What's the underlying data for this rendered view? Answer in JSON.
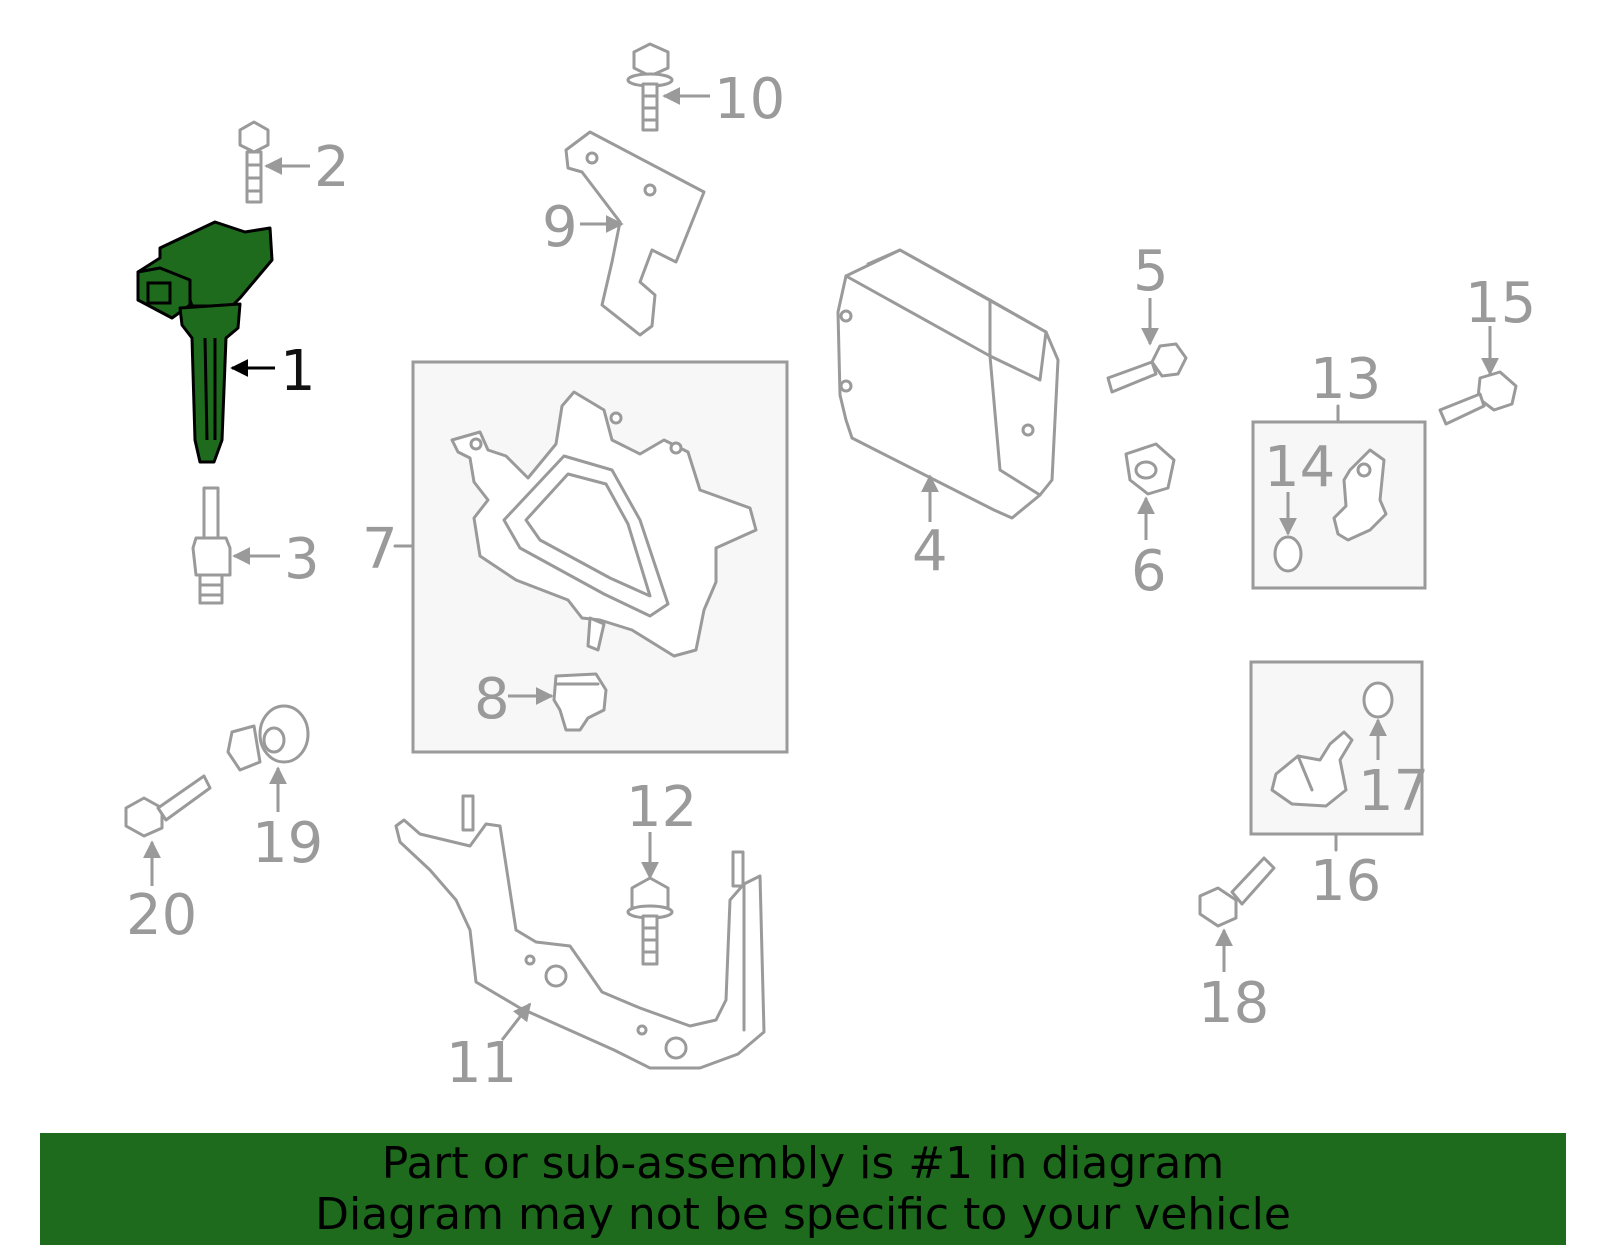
{
  "callouts": {
    "n1": "1",
    "n2": "2",
    "n3": "3",
    "n4": "4",
    "n5": "5",
    "n6": "6",
    "n7": "7",
    "n8": "8",
    "n9": "9",
    "n10": "10",
    "n11": "11",
    "n12": "12",
    "n13": "13",
    "n14": "14",
    "n15": "15",
    "n16": "16",
    "n17": "17",
    "n18": "18",
    "n19": "19",
    "n20": "20"
  },
  "highlighted_part": "1",
  "colors": {
    "highlight": "#1e6b1e",
    "line": "#9a9a9a",
    "box_fill": "#f7f7f7"
  },
  "banner": {
    "line1": "Part or sub-assembly is #1 in diagram",
    "line2": "Diagram may not be specific to your vehicle"
  }
}
